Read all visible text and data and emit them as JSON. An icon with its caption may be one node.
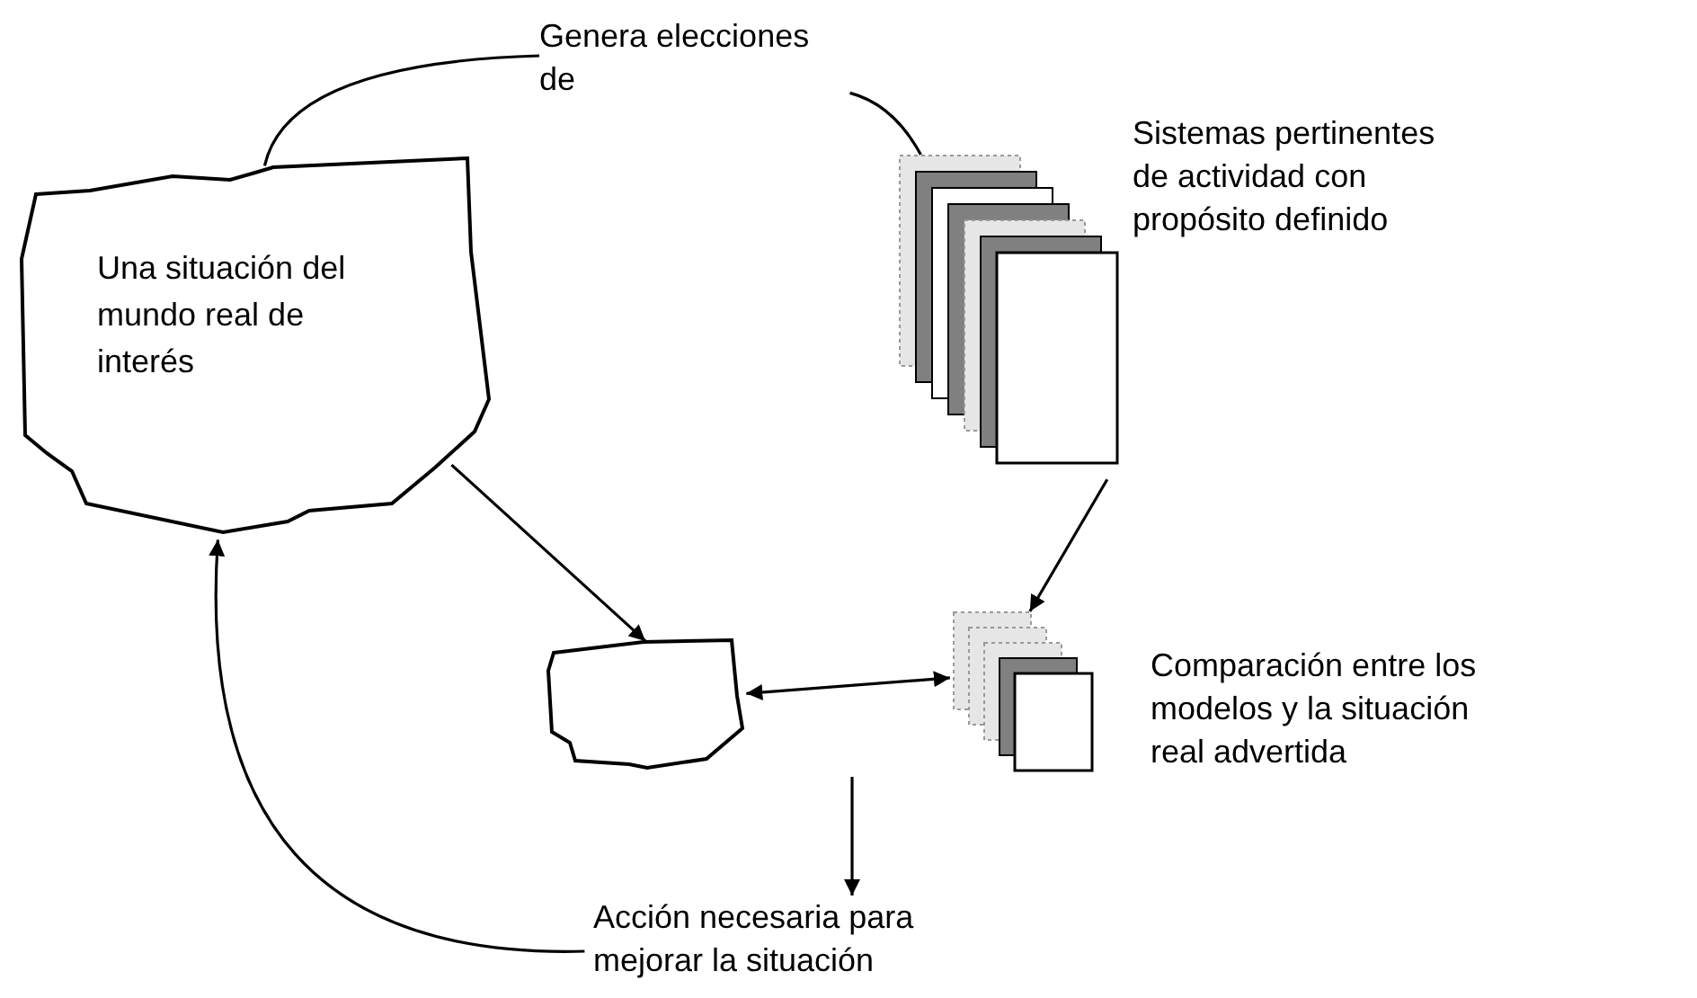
{
  "diagram": {
    "nodes": [
      {
        "text": [
          "Una situación del mundo real de interés"
        ]
      },
      {
        "text": [
          "Genera elecciones de"
        ]
      },
      {
        "text": [],
        "shape": "box",
        "beside": [
          "Sistemas pertinentes de actividad con propósito definido"
        ]
      },
      {
        "text": [],
        "shape": "cloud"
      },
      {
        "text": [],
        "shape": "box",
        "beside": [
          "Comparación entre los modelos y la situación real advertida"
        ]
      },
      {
        "text": [
          "Acción necesaria para mejorar la situación"
        ]
      }
    ],
    "edges": [
      {
        "from": 0,
        "to": 1,
        "arrow": "none"
      },
      {
        "from": 1,
        "to": 2,
        "arrow": "none"
      },
      {
        "from": 0,
        "to": 3,
        "arrow": "to"
      },
      {
        "from": 2,
        "to": 4,
        "arrow": "to"
      },
      {
        "from": 3,
        "to": 4,
        "arrow": "both"
      },
      {
        "from": null,
        "to": 5,
        "arrow": "to"
      },
      {
        "from": 5,
        "to": 0,
        "arrow": "to"
      }
    ]
  }
}
